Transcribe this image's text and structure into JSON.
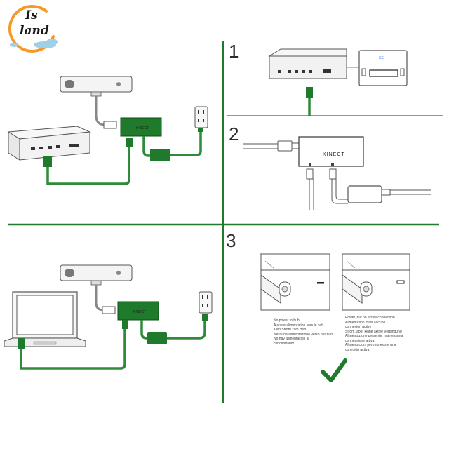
{
  "logo": {
    "line1": "Is",
    "line2": "land",
    "colors": {
      "ring": "#f39a2a",
      "cloud": "#9fd0ea",
      "text": "#1a1a1a"
    }
  },
  "steps": {
    "one": "1",
    "two": "2",
    "three": "3"
  },
  "hub": {
    "label": "KINECT"
  },
  "captions": {
    "no_power": "No power to hub\nAucune alimentation vers le hub\nKein Strom zum Hub\nNessuna alimentazione verso nell'hub\nNo hay alimentacion al\nconcentrador",
    "power_no_connection": "Power, but no active connection\nAlimentation mais aucune\nconnexion active\nStrom, aber keine aktive Verbindung\nAlimentazione presente, ma nessuna\nconnessione attiva\nAlimentacion, pero no existe una\nconexión activa"
  },
  "colors": {
    "divider": "#1f7a2c",
    "cable": "#2e8b3a",
    "cable_dark": "#1b5e20",
    "hub": "#1f7a2c",
    "check": "#1f7a2c",
    "outline": "#555555",
    "device": "#f2f2f2"
  },
  "icons": [
    "checkmark-icon",
    "usb-symbol-icon",
    "power-outlet-icon",
    "kinect-sensor-icon",
    "console-icon",
    "laptop-icon"
  ]
}
